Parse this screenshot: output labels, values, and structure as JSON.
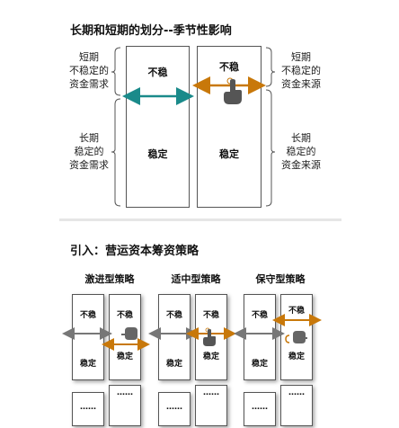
{
  "top": {
    "title": "长期和短期的划分--季节性影响",
    "left_box": {
      "unstable": "不稳",
      "stable": "稳定"
    },
    "right_box": {
      "unstable": "不稳",
      "stable": "稳定"
    },
    "left_labels": {
      "short_need": [
        "短期",
        "不稳定的",
        "资金需求"
      ],
      "long_need": [
        "长期",
        "稳定的",
        "资金需求"
      ]
    },
    "right_labels": {
      "short_source": [
        "短期",
        "不稳定的",
        "资金来源"
      ],
      "long_source": [
        "长期",
        "稳定的",
        "资金来源"
      ]
    }
  },
  "bottom": {
    "title": "引入：营运资本筹资策略",
    "strategies": [
      {
        "name": "激进型策略",
        "unstable": "不稳",
        "stable": "稳定",
        "ellipsis": "……"
      },
      {
        "name": "适中型策略",
        "unstable": "不稳",
        "stable": "稳定",
        "ellipsis": "……"
      },
      {
        "name": "保守型策略",
        "unstable": "不稳",
        "stable": "稳定",
        "ellipsis": "……"
      }
    ]
  },
  "colors": {
    "teal_arrow": "#1a8a8a",
    "orange_arrow": "#c8780a",
    "gray_arrow": "#777777",
    "hand": "#555555"
  },
  "icons": [
    "hand-pointer-icon",
    "hand-grab-icon"
  ]
}
